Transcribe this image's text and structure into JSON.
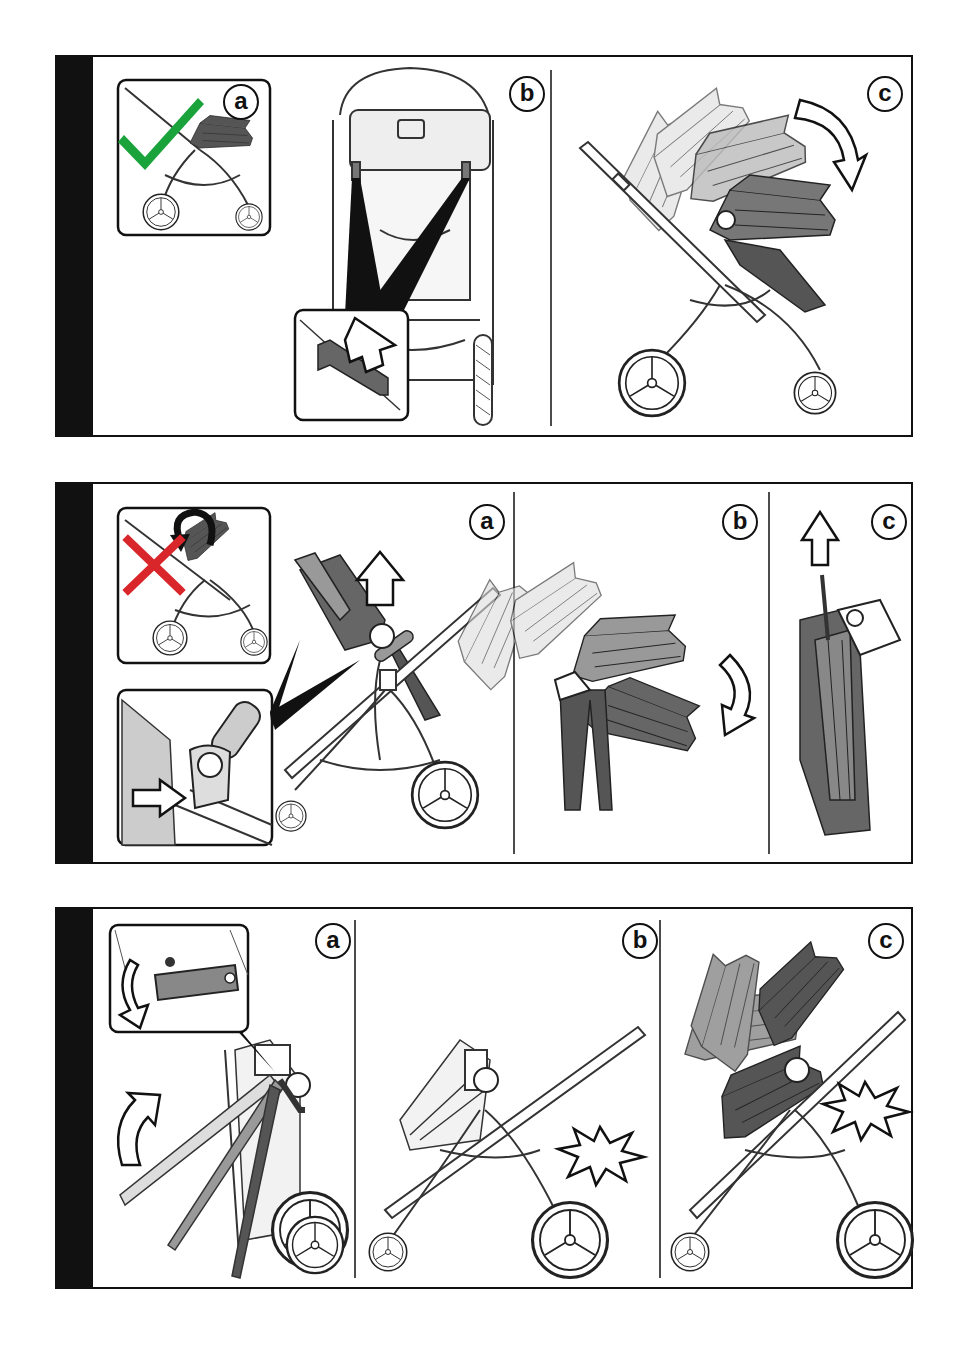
{
  "diagram": {
    "nodes": [
      {
        "text": [
          "a"
        ]
      },
      {
        "text": [
          "b"
        ]
      },
      {
        "text": [
          "c"
        ]
      },
      {
        "text": [
          "a"
        ]
      },
      {
        "text": [
          "b"
        ]
      },
      {
        "text": [
          "c"
        ]
      },
      {
        "text": [
          "a"
        ]
      },
      {
        "text": [
          "b"
        ]
      },
      {
        "text": [
          "c"
        ]
      }
    ]
  }
}
